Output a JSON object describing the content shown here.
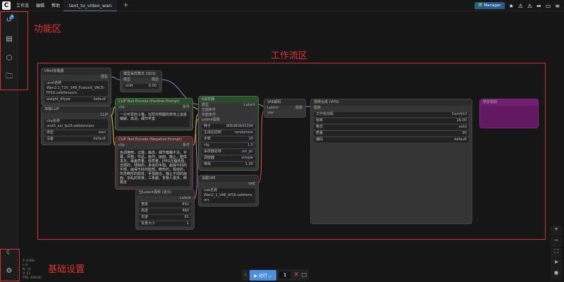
{
  "topbar": {
    "menus": [
      "工作流",
      "编辑",
      "帮助"
    ],
    "tab": "text_to_video_wan",
    "manager": "Manager"
  },
  "annotations": {
    "function_area": "功能区",
    "workflow_area": "工作流区",
    "settings_area": "基础设置"
  },
  "nodes": {
    "unet": {
      "title": "UNet加载器",
      "output": "模型",
      "widgets": [
        [
          "unet名称",
          "Wan2.1_T2V_14B_FusionX_VACE-FP16.safetensors"
        ],
        [
          "weight_dtype",
          "default"
        ]
      ]
    },
    "sampling": {
      "title": "模型采样算法 (SD3)",
      "input": "模型",
      "output": "模型",
      "widgets": [
        [
          "shift",
          "8.00"
        ]
      ]
    },
    "clip": {
      "title": "加载CLIP",
      "output": "CLIP",
      "widgets": [
        [
          "clip名称",
          "umt5_xxl_fp16.safetensors"
        ],
        [
          "类型",
          "wan"
        ],
        [
          "设备",
          "default"
        ]
      ]
    },
    "pos": {
      "title": "CLIP Text Encode (Positive Prompt)",
      "input": "clip",
      "output": "条件",
      "text": "一只可爱的小猫，在阳光明媚的草地上追逐蝴蝶，高清，细节丰富"
    },
    "neg": {
      "title": "CLIP Text Encode (Negative Prompt)",
      "input": "clip",
      "output": "条件",
      "text": "色调艳丽，过曝，静态，细节模糊不清，字幕，风格，作品，画作，画面，静止，整体发灰，最差质量，低质量，JPEG压缩残留，丑陋的，残缺的，多余的手指，画得不好的手部，画得不好的脸部，畸形的，毁容的，形态畸形的肢体，手指融合，静止不动的画面，杂乱的背景，三条腿，背景人很多，倒着走"
    },
    "ksampler": {
      "title": "K采样器",
      "inputs": [
        "模型",
        "正面条件",
        "负面条件",
        "Latent图像"
      ],
      "output": "Latent",
      "widgets": [
        [
          "种子",
          "806980600294"
        ],
        [
          "生成后控制",
          "randomize"
        ],
        [
          "步数",
          "10"
        ],
        [
          "cfg",
          "1.0"
        ],
        [
          "采样器名称",
          "uni_pc"
        ],
        [
          "调度器",
          "simple"
        ],
        [
          "降噪",
          "1.00"
        ]
      ]
    },
    "vae": {
      "title": "加载VAE",
      "output": "VAE",
      "widgets": [
        [
          "vae名称",
          "Wan2_1_VAE_bf16.safetensors"
        ]
      ]
    },
    "decode": {
      "title": "VAE解码",
      "inputs": [
        "Latent",
        "vae"
      ],
      "output": "图像"
    },
    "latent": {
      "title": "空Latent视频 (混元)",
      "output": "Latent",
      "widgets": [
        [
          "宽度",
          "832"
        ],
        [
          "高度",
          "480"
        ],
        [
          "长度",
          "81"
        ],
        [
          "批量大小",
          "1"
        ]
      ]
    },
    "save": {
      "title": "视频合成 (VHS)",
      "input": "图像",
      "widgets": [
        [
          "文件名前缀",
          "ComfyUI"
        ],
        [
          "帧率",
          "16.00"
        ],
        [
          "格式",
          "auto"
        ],
        [
          "质量",
          "90"
        ],
        [
          "编码",
          "default"
        ]
      ]
    },
    "bypassed": {
      "title": "预览视频"
    }
  },
  "stats": [
    "T: 0.00s",
    "I: 0",
    "N: 11",
    "V: 21",
    "FPS: 100.00"
  ],
  "runbar": {
    "run": "运行",
    "count": "1"
  },
  "colors": {
    "accent": "#4a90e2",
    "annotation": "#cc3333",
    "bypass": "#7a227a"
  }
}
